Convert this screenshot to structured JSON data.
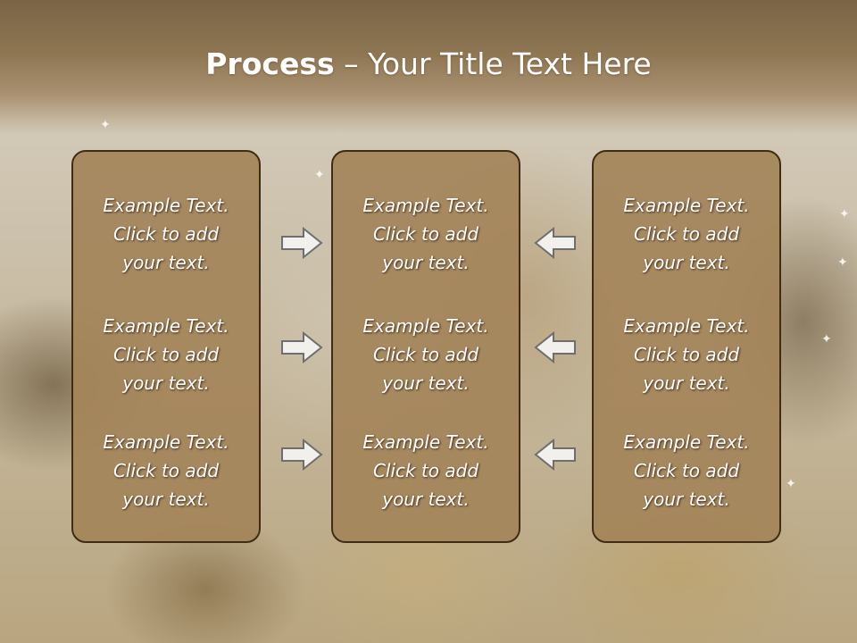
{
  "title": {
    "bold": "Process",
    "rest": " – Your Title Text Here"
  },
  "columns": [
    {
      "items": [
        [
          "Example Text.",
          "Click  to add",
          "your text."
        ],
        [
          "Example Text.",
          "Click  to add",
          "your text."
        ],
        [
          "Example Text.",
          "Click  to add",
          "your text."
        ]
      ]
    },
    {
      "items": [
        [
          "Example Text.",
          "Click  to add",
          "your text."
        ],
        [
          "Example Text.",
          "Click  to add",
          "your text."
        ],
        [
          "Example Text.",
          "Click  to add",
          "your text."
        ]
      ]
    },
    {
      "items": [
        [
          "Example Text.",
          "Click  to add",
          "your text."
        ],
        [
          "Example Text.",
          "Click  to add",
          "your text."
        ],
        [
          "Example Text.",
          "Click  to add",
          "your text."
        ]
      ]
    }
  ],
  "arrows": {
    "left_group": "right-arrow-icon",
    "right_group": "left-arrow-icon"
  },
  "colors": {
    "header": "#8e7653",
    "box_fill": "#a4845a",
    "box_border": "#3f2c14",
    "text": "#ffffff",
    "arrow_fill": "#f2f0ec",
    "arrow_stroke": "#6e6e6e"
  }
}
